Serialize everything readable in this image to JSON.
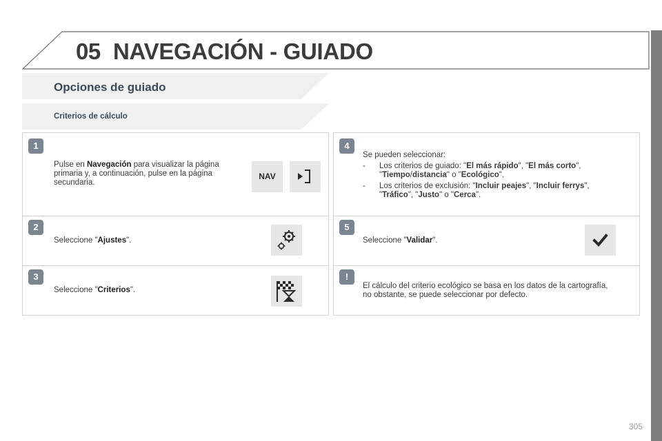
{
  "chapter": {
    "number": "05",
    "title": "NAVEGACIÓN - GUIADO"
  },
  "section_title": "Opciones de guiado",
  "subsection_title": "Criterios de cálculo",
  "steps_left": [
    {
      "step": "1",
      "pre": "Pulse en ",
      "bold": "Navegación",
      "post": " para visualizar la página primaria y, a continuación, pulse en la página secundaria."
    },
    {
      "step": "2",
      "pre": "Seleccione \"",
      "bold": "Ajustes",
      "post": "\"."
    },
    {
      "step": "3",
      "pre": "Seleccione \"",
      "bold": "Criterios",
      "post": "\"."
    }
  ],
  "nav_button_label": "NAV",
  "step4": {
    "step": "4",
    "intro": "Se pueden seleccionar:",
    "items": [
      {
        "dash": "-",
        "parts": [
          {
            "t": "Los criterios de guiado: \""
          },
          {
            "t": "El más rápido",
            "b": true
          },
          {
            "t": "\", \""
          },
          {
            "t": "El más corto",
            "b": true
          },
          {
            "t": "\", \""
          },
          {
            "t": "Tiempo",
            "b": true
          },
          {
            "t": "/"
          },
          {
            "t": "distancia",
            "b": true
          },
          {
            "t": "\" o \""
          },
          {
            "t": "Ecológico",
            "b": true
          },
          {
            "t": "\"."
          }
        ]
      },
      {
        "dash": "-",
        "parts": [
          {
            "t": "Los criterios de exclusión: \""
          },
          {
            "t": "Incluir peajes",
            "b": true
          },
          {
            "t": "\", \""
          },
          {
            "t": "Incluir ferrys",
            "b": true
          },
          {
            "t": "\", \""
          },
          {
            "t": "Tráfico",
            "b": true
          },
          {
            "t": "\", \""
          },
          {
            "t": "Justo",
            "b": true
          },
          {
            "t": "\" o \""
          },
          {
            "t": "Cerca",
            "b": true
          },
          {
            "t": "\"."
          }
        ]
      }
    ]
  },
  "step5": {
    "step": "5",
    "pre": "Seleccione \"",
    "bold": "Validar",
    "post": "\"."
  },
  "note": {
    "symbol": "!",
    "text": "El cálculo del criterio ecológico se basa en los datos de la cartografía, no obstante, se puede seleccionar por defecto."
  },
  "page_number": "305",
  "colors": {
    "badge": "#7a8591",
    "icon_bg": "#e6e6e6",
    "sidebar": "#7d7d7d"
  }
}
